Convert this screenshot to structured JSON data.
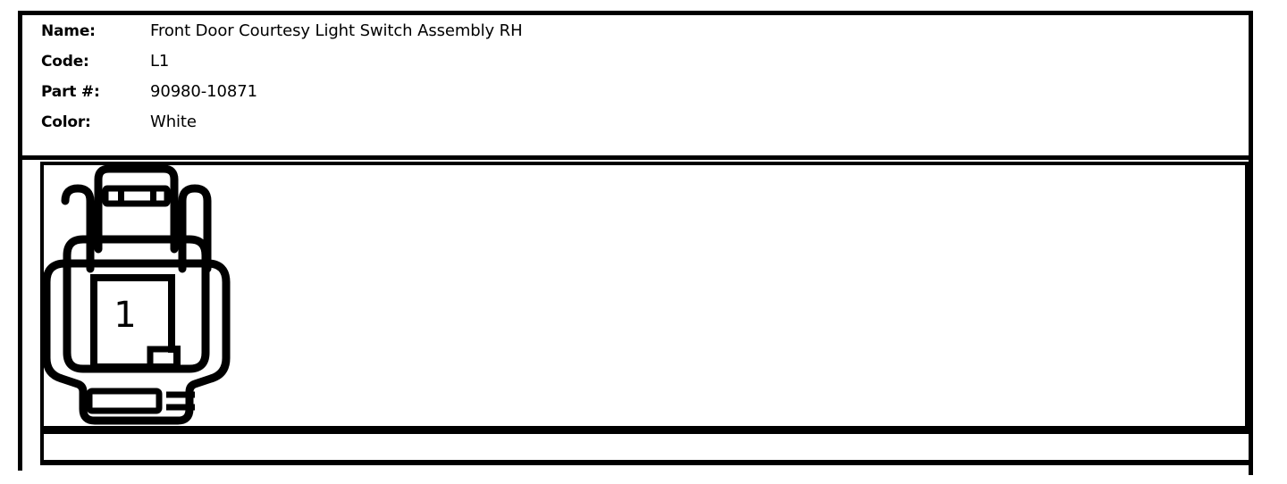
{
  "part_info": {
    "rows": [
      {
        "label": "Name:",
        "value": "Front Door Courtesy Light Switch Assembly RH"
      },
      {
        "label": "Code:",
        "value": "L1"
      },
      {
        "label": "Part #:",
        "value": "90980-10871"
      },
      {
        "label": "Color:",
        "value": "White"
      }
    ]
  },
  "connector_diagram": {
    "title": "connector-face-view",
    "cavity_count": 1,
    "cavities": [
      {
        "number": "1"
      }
    ],
    "colors": {
      "stroke": "#000000",
      "fill": "#ffffff"
    }
  }
}
